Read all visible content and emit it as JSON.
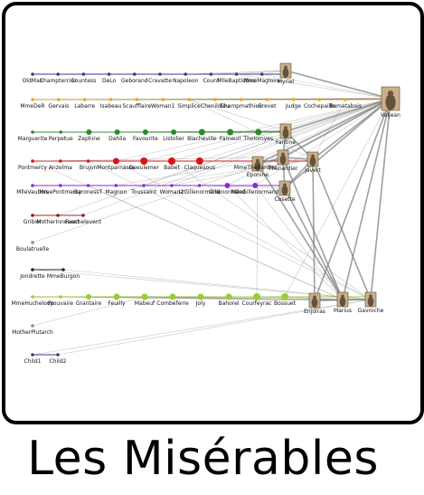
{
  "caption": "Les Misérables",
  "colors": {
    "frame": "#000000",
    "edge": "#808080",
    "group_gray": "#8a8a8a",
    "group_navy": "#3b3b8a",
    "group_orange": "#f5a01a",
    "group_green": "#2a8a2a",
    "group_red": "#d81515",
    "group_purple": "#8a2bd8",
    "group_darkred": "#9b1515",
    "group_lime": "#9acd32",
    "group_black": "#222222"
  },
  "portraits": [
    "Myriel",
    "Valjean",
    "Fantine",
    "Thenardier",
    "Javert",
    "Eponine",
    "Cosette",
    "Enjolras",
    "Marius",
    "Gavroche"
  ],
  "rows": [
    {
      "color": "group_navy",
      "nodes": [
        "OldMan",
        "Champtercier",
        "Countess",
        "DeLo",
        "Geborand",
        "Cravatte",
        "Napoleon",
        "Count",
        "MlleBaptistine",
        "MmeMagloire",
        "Myriel"
      ]
    },
    {
      "color": "group_orange",
      "nodes": [
        "MmeDeR",
        "Gervais",
        "Labarre",
        "Isabeau",
        "Scaufflaire",
        "Woman1",
        "Simplice",
        "Chenildieu",
        "Champmathieu",
        "Brevet",
        "Judge",
        "Cochepaille",
        "Bamatabois",
        "Valjean"
      ]
    },
    {
      "color": "group_green",
      "nodes": [
        "Marguerite",
        "Perpetue",
        "Zephine",
        "Dahlia",
        "Favourite",
        "Listolier",
        "Blacheville",
        "Fameuil",
        "Tholomyes",
        "Fantine"
      ]
    },
    {
      "color": "group_red",
      "nodes": [
        "Pontmercy",
        "Anzelma",
        "Brujon",
        "Montparnasse",
        "Gueulemer",
        "Babet",
        "Claquesous",
        "Thenardier",
        "MmeThenardier",
        "Eponine",
        "Javert"
      ]
    },
    {
      "color": "group_purple",
      "nodes": [
        "MlleVaubois",
        "MmePontmercy",
        "BaronessT",
        "Magnon",
        "Toussaint",
        "Woman2",
        "LtGillenormand",
        "Gillenormand",
        "MlleGillenormand",
        "Cosette"
      ]
    },
    {
      "color": "group_darkred",
      "nodes": [
        "Gribier",
        "MotherInnocent",
        "Fauchelevent"
      ]
    },
    {
      "color": "group_gray",
      "nodes": [
        "Boulatruelle"
      ]
    },
    {
      "color": "group_black",
      "nodes": [
        "Jondrette",
        "MmeBurgon"
      ]
    },
    {
      "color": "group_lime",
      "nodes": [
        "MmeHucheloup",
        "Prouvaire",
        "Grantaire",
        "Feuilly",
        "Mabeuf",
        "Combeferre",
        "Joly",
        "Bahorel",
        "Courfeyrac",
        "Bossuet",
        "Enjolras",
        "Marius",
        "Gavroche"
      ]
    },
    {
      "color": "group_gray",
      "nodes": [
        "MotherPlutarch"
      ]
    },
    {
      "color": "group_navy",
      "nodes": [
        "Child1",
        "Child2"
      ]
    }
  ],
  "edges": [
    [
      "Napoleon",
      "Myriel"
    ],
    [
      "MlleBaptistine",
      "Myriel"
    ],
    [
      "MmeMagloire",
      "Myriel"
    ],
    [
      "Count",
      "Myriel"
    ],
    [
      "Myriel",
      "Valjean"
    ],
    [
      "MlleBaptistine",
      "Valjean"
    ],
    [
      "MmeMagloire",
      "Valjean"
    ],
    [
      "Fantine",
      "Valjean"
    ],
    [
      "Fantine",
      "Javert"
    ],
    [
      "Fantine",
      "Thenardier"
    ],
    [
      "Fantine",
      "Tholomyes"
    ],
    [
      "Marguerite",
      "Fantine"
    ],
    [
      "Perpetue",
      "Fantine"
    ],
    [
      "Zephine",
      "Fantine"
    ],
    [
      "Dahlia",
      "Fantine"
    ],
    [
      "Favourite",
      "Fantine"
    ],
    [
      "Listolier",
      "Fantine"
    ],
    [
      "Blacheville",
      "Fantine"
    ],
    [
      "Fameuil",
      "Fantine"
    ],
    [
      "Cosette",
      "Valjean"
    ],
    [
      "Cosette",
      "Marius"
    ],
    [
      "Cosette",
      "Thenardier"
    ],
    [
      "Cosette",
      "Javert"
    ],
    [
      "Javert",
      "Valjean"
    ],
    [
      "Javert",
      "Enjolras"
    ],
    [
      "Javert",
      "Gavroche"
    ],
    [
      "Javert",
      "Thenardier"
    ],
    [
      "Thenardier",
      "Valjean"
    ],
    [
      "Thenardier",
      "Marius"
    ],
    [
      "Thenardier",
      "Eponine"
    ],
    [
      "Eponine",
      "Marius"
    ],
    [
      "Eponine",
      "Valjean"
    ],
    [
      "Enjolras",
      "Valjean"
    ],
    [
      "Enjolras",
      "Marius"
    ],
    [
      "Enjolras",
      "Gavroche"
    ],
    [
      "Marius",
      "Valjean"
    ],
    [
      "Marius",
      "Gavroche"
    ],
    [
      "Gavroche",
      "Valjean"
    ],
    [
      "Fauchelevent",
      "Valjean"
    ],
    [
      "Gillenormand",
      "Valjean"
    ],
    [
      "Gillenormand",
      "Marius"
    ],
    [
      "MlleGillenormand",
      "Valjean"
    ],
    [
      "MlleGillenormand",
      "Marius"
    ],
    [
      "Pontmercy",
      "Marius"
    ],
    [
      "Pontmercy",
      "Thenardier"
    ],
    [
      "Babet",
      "Valjean"
    ],
    [
      "Gueulemer",
      "Valjean"
    ],
    [
      "Claquesous",
      "Valjean"
    ],
    [
      "Montparnasse",
      "Valjean"
    ],
    [
      "Brujon",
      "Gavroche"
    ],
    [
      "Babet",
      "Gavroche"
    ],
    [
      "Montparnasse",
      "Gavroche"
    ],
    [
      "MmeThenardier",
      "Valjean"
    ],
    [
      "MmeThenardier",
      "Javert"
    ],
    [
      "Toussaint",
      "Valjean"
    ],
    [
      "Toussaint",
      "Javert"
    ],
    [
      "Woman2",
      "Valjean"
    ],
    [
      "Woman2",
      "Javert"
    ],
    [
      "LtGillenormand",
      "Cosette"
    ],
    [
      "BaronessT",
      "Marius"
    ],
    [
      "Magnon",
      "MmeThenardier"
    ],
    [
      "Boulatruelle",
      "Thenardier"
    ],
    [
      "Jondrette",
      "Gavroche"
    ],
    [
      "MmeBurgon",
      "Gavroche"
    ],
    [
      "Mabeuf",
      "Enjolras"
    ],
    [
      "Mabeuf",
      "Marius"
    ],
    [
      "Combeferre",
      "Marius"
    ],
    [
      "Feuilly",
      "Marius"
    ],
    [
      "Courfeyrac",
      "Marius"
    ],
    [
      "Bossuet",
      "Marius"
    ],
    [
      "Bossuet",
      "Valjean"
    ],
    [
      "Courfeyrac",
      "Eponine"
    ],
    [
      "Grantaire",
      "Enjolras"
    ],
    [
      "Prouvaire",
      "Enjolras"
    ],
    [
      "MmeHucheloup",
      "Gavroche"
    ],
    [
      "MotherPlutarch",
      "Mabeuf"
    ],
    [
      "Child1",
      "Gavroche"
    ],
    [
      "Child2",
      "Gavroche"
    ],
    [
      "MotherInnocent",
      "Valjean"
    ],
    [
      "Gribier",
      "Fauchelevent"
    ],
    [
      "Simplice",
      "Valjean"
    ],
    [
      "Judge",
      "Valjean"
    ],
    [
      "Brevet",
      "Valjean"
    ],
    [
      "Champmathieu",
      "Valjean"
    ],
    [
      "Chenildieu",
      "Valjean"
    ],
    [
      "Cochepaille",
      "Valjean"
    ],
    [
      "Bamatabois",
      "Valjean"
    ],
    [
      "Labarre",
      "Valjean"
    ],
    [
      "Isabeau",
      "Valjean"
    ],
    [
      "Gervais",
      "Valjean"
    ],
    [
      "MmeDeR",
      "Valjean"
    ],
    [
      "Scaufflaire",
      "Valjean"
    ],
    [
      "Woman1",
      "Valjean"
    ],
    [
      "Bamatabois",
      "Javert"
    ],
    [
      "Simplice",
      "Fantine"
    ],
    [
      "Simplice",
      "Javert"
    ]
  ]
}
